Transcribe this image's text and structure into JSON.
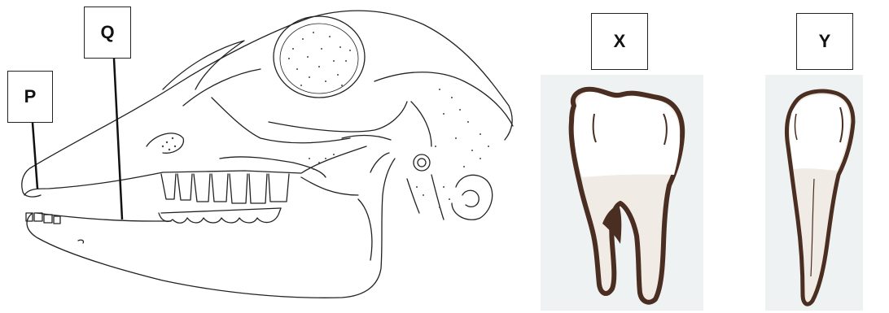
{
  "labels": {
    "p": "P",
    "q": "Q",
    "x": "X",
    "y": "Y"
  },
  "figures": {
    "skull_icon": "sheep-skull-icon",
    "molar_icon": "molar-tooth-icon",
    "incisor_icon": "incisor-tooth-icon"
  },
  "colors": {
    "ink": "#222222",
    "tooth_outline": "#4a2e22",
    "tooth_fill": "#ffffff",
    "root_fill": "#f1ebe6",
    "panel_bg": "#eef2f3"
  }
}
